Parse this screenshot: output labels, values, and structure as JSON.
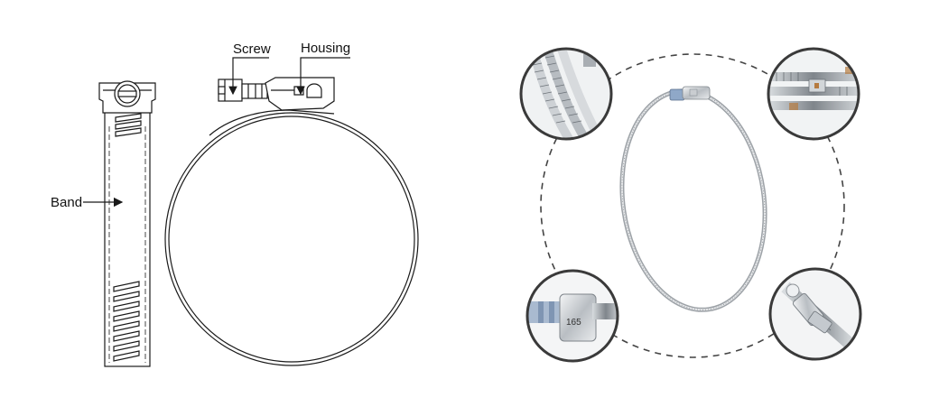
{
  "diagram": {
    "labels": {
      "screw": "Screw",
      "housing": "Housing",
      "band": "Band"
    },
    "detail_marking": "165",
    "colors": {
      "line": "#1a1a1a",
      "dashed_ring": "#444444",
      "detail_border": "#3a3a3a",
      "metal_light": "#e6e8ea",
      "metal_dark": "#8c9196",
      "screw_blue": "#8fa8c8"
    },
    "icons": [
      "arrow-icon"
    ]
  }
}
